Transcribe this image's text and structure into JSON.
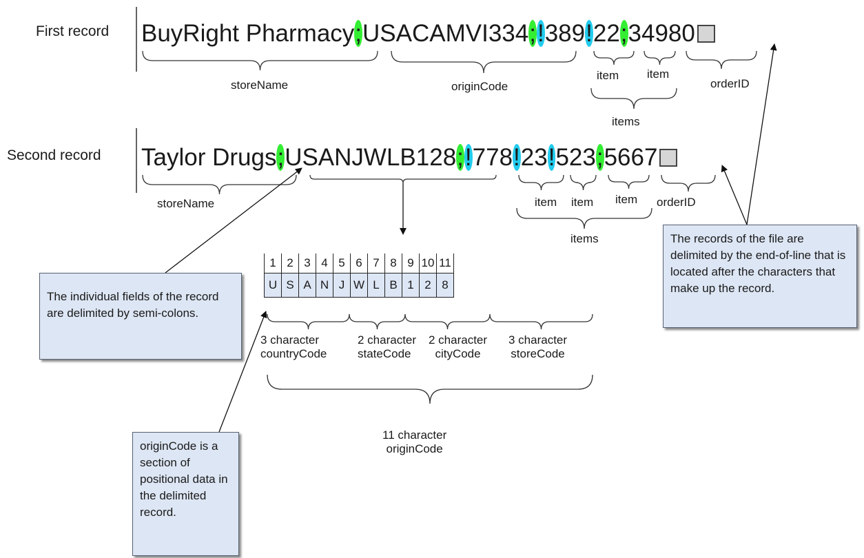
{
  "records": {
    "first": {
      "label": "First record",
      "storeName": "BuyRight Pharmacy",
      "originCode": "USACAMVI334",
      "items": [
        "389",
        "22"
      ],
      "orderID": "34980"
    },
    "second": {
      "label": "Second record",
      "storeName": "Taylor Drugs",
      "originCode": "USANJWLB128",
      "items": [
        "778",
        "23",
        "523"
      ],
      "orderID": "5667"
    }
  },
  "delimiters": {
    "field": ";",
    "item": "!"
  },
  "labels": {
    "storeName": "storeName",
    "originCode": "originCode",
    "item": "item",
    "items": "items",
    "orderID": "orderID"
  },
  "positions": {
    "numbers": [
      "1",
      "2",
      "3",
      "4",
      "5",
      "6",
      "7",
      "8",
      "9",
      "10",
      "11"
    ],
    "chars": [
      "U",
      "S",
      "A",
      "N",
      "J",
      "W",
      "L",
      "B",
      "1",
      "2",
      "8"
    ]
  },
  "segments": {
    "country": {
      "line1": "3 character",
      "line2": "countryCode"
    },
    "state": {
      "line1": "2 character",
      "line2": "stateCode"
    },
    "city": {
      "line1": "2 character",
      "line2": "cityCode"
    },
    "store": {
      "line1": "3 character",
      "line2": "storeCode"
    },
    "total": {
      "line1": "11 character",
      "line2": "originCode"
    }
  },
  "notes": {
    "fields": "The individual fields of the record are delimited by semi-colons.",
    "records": "The records of the file are delimited by the end-of-line that is located after the characters that make up the record.",
    "origin": "originCode is a section of positional data in the delimited record."
  },
  "colors": {
    "semicolon": "#33ee33",
    "exclamation": "#22ccee",
    "note_bg": "#dde6f4"
  }
}
